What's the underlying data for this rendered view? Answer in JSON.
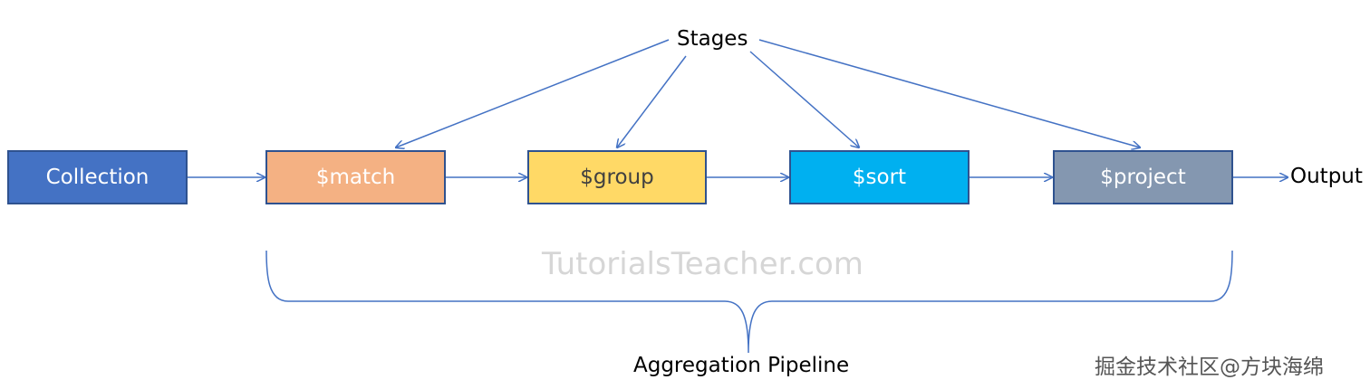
{
  "diagram": {
    "stages_label": "Stages",
    "pipeline_label": "Aggregation Pipeline",
    "output_label": "Output",
    "watermark": "TutorialsTeacher.com",
    "corner_watermark": "掘金技术社区@方块海绵",
    "nodes": [
      {
        "id": "collection",
        "label": "Collection",
        "fill": "#4472c4",
        "text_color": "#ffffff"
      },
      {
        "id": "match",
        "label": "$match",
        "fill": "#f4b183",
        "text_color": "#ffffff"
      },
      {
        "id": "group",
        "label": "$group",
        "fill": "#ffd966",
        "text_color": "#404040"
      },
      {
        "id": "sort",
        "label": "$sort",
        "fill": "#00b0f0",
        "text_color": "#ffffff"
      },
      {
        "id": "project",
        "label": "$project",
        "fill": "#8497b0",
        "text_color": "#ffffff"
      }
    ],
    "colors": {
      "line": "#4472c4",
      "border": "#2f528f",
      "text": "#000000",
      "watermark": "#d6d6d6"
    }
  }
}
